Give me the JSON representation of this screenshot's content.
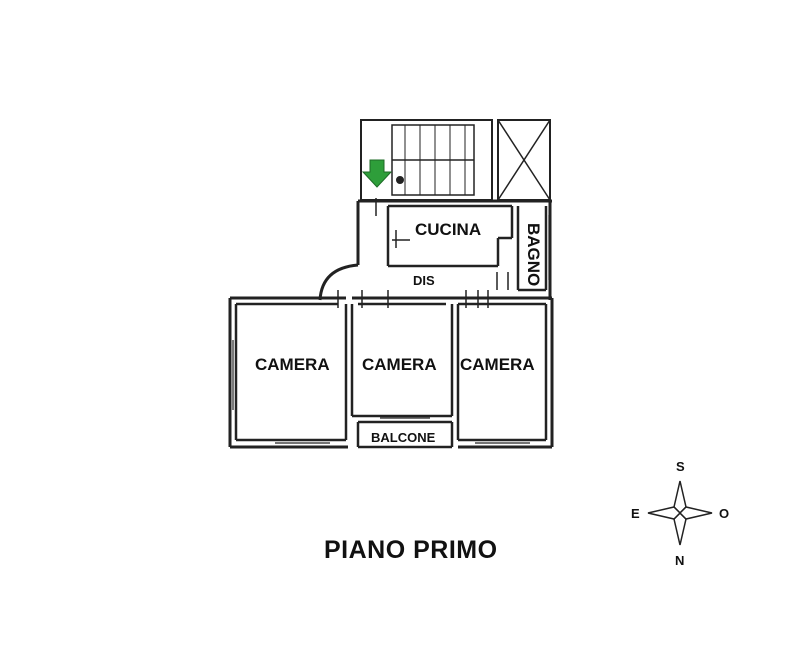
{
  "floor_title": "PIANO PRIMO",
  "rooms": {
    "cucina": "CUCINA",
    "bagno": "BAGNO",
    "dis": "DIS",
    "camera_left": "CAMERA",
    "camera_center": "CAMERA",
    "camera_right": "CAMERA",
    "balcone": "BALCONE"
  },
  "compass": {
    "south": "S",
    "north": "N",
    "east": "E",
    "west": "O"
  },
  "colors": {
    "entrance_arrow": "#2e9e3a",
    "walls": "#222222",
    "background": "#ffffff"
  },
  "icons": {
    "entrance": "arrow-down-icon",
    "compass": "compass-rose-icon"
  }
}
